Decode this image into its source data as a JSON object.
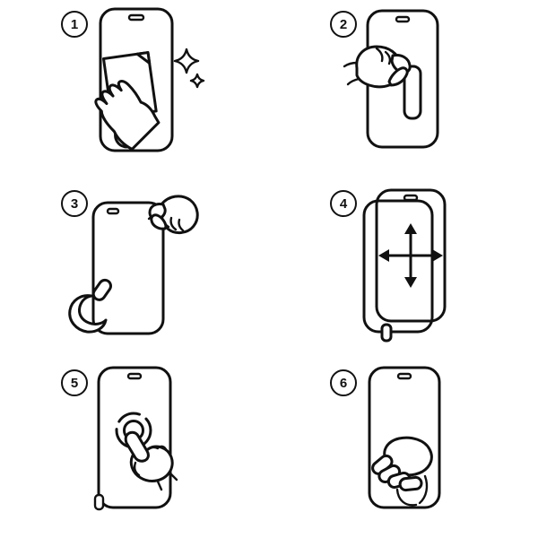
{
  "canvas": {
    "background": "#ffffff",
    "line_color": "#111111"
  },
  "steps": [
    {
      "number": "1",
      "icon": "clean-screen-with-wipe-icon"
    },
    {
      "number": "2",
      "icon": "remove-liner-tab-icon"
    },
    {
      "number": "3",
      "icon": "peel-film-icon"
    },
    {
      "number": "4",
      "icon": "align-protector-arrows-icon"
    },
    {
      "number": "5",
      "icon": "tap-center-icon"
    },
    {
      "number": "6",
      "icon": "press-smooth-icon"
    }
  ]
}
